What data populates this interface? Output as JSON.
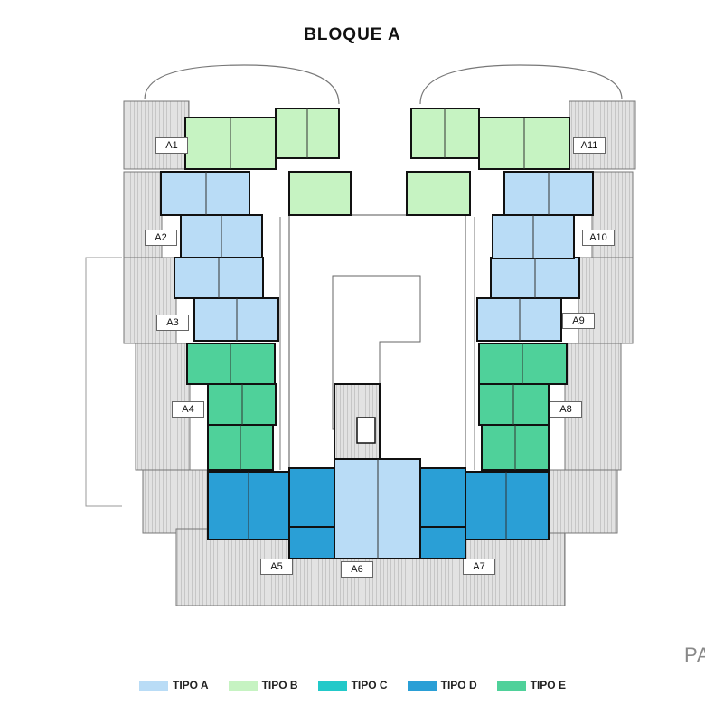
{
  "title": "BLOQUE A",
  "brand": "PA",
  "units": [
    {
      "id": "a1",
      "label": "A1",
      "type": "B"
    },
    {
      "id": "a2",
      "label": "A2",
      "type": "A"
    },
    {
      "id": "a3",
      "label": "A3",
      "type": "A"
    },
    {
      "id": "a4",
      "label": "A4",
      "type": "E"
    },
    {
      "id": "a5",
      "label": "A5",
      "type": "D"
    },
    {
      "id": "a6",
      "label": "A6",
      "type": "A"
    },
    {
      "id": "a7",
      "label": "A7",
      "type": "D"
    },
    {
      "id": "a8",
      "label": "A8",
      "type": "E"
    },
    {
      "id": "a9",
      "label": "A9",
      "type": "A"
    },
    {
      "id": "a10",
      "label": "A10",
      "type": "A"
    },
    {
      "id": "a11",
      "label": "A11",
      "type": "B"
    }
  ],
  "legend": [
    {
      "label": "TIPO A",
      "color": "#b9dcf6"
    },
    {
      "label": "TIPO B",
      "color": "#c6f3c2"
    },
    {
      "label": "TIPO C",
      "color": "#22c9c9"
    },
    {
      "label": "TIPO D",
      "color": "#2a9fd6"
    },
    {
      "label": "TIPO E",
      "color": "#4fd19a"
    }
  ],
  "colors": {
    "A": "#b9dcf6",
    "B": "#c6f3c2",
    "C": "#22c9c9",
    "D": "#2a9fd6",
    "E": "#4fd19a",
    "terrace": "#bdbdbd",
    "wall": "#111111"
  }
}
